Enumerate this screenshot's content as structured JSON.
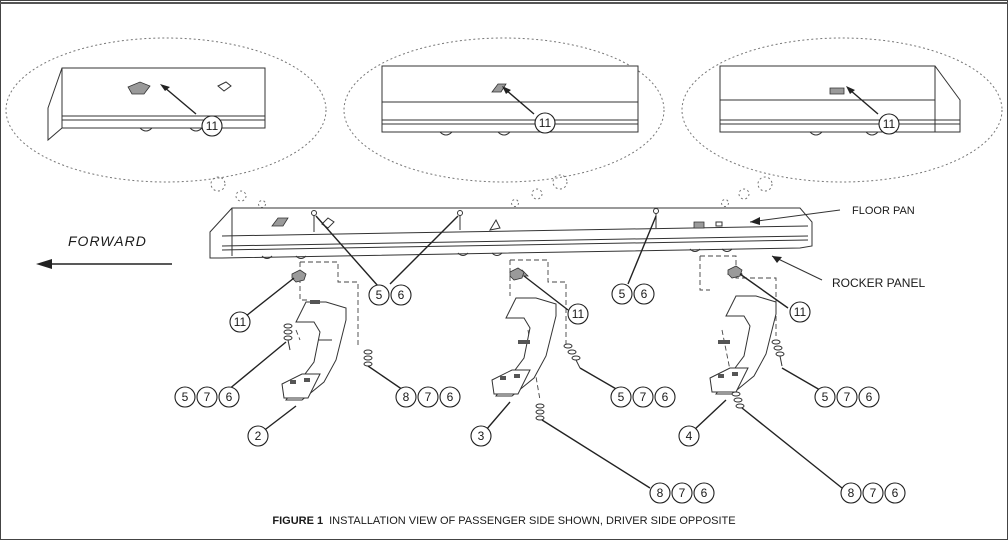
{
  "labels": {
    "forward": "FORWARD",
    "floor_pan": "FLOOR PAN",
    "rocker_panel": "ROCKER PANEL",
    "figure_number": "FIGURE 1",
    "figure_caption": "INSTALLATION VIEW OF PASSENGER SIDE SHOWN, DRIVER SIDE OPPOSITE"
  },
  "callouts": {
    "detail_left": "11",
    "detail_center": "11",
    "detail_right": "11",
    "pan_left": [
      "5",
      "6"
    ],
    "pan_right": [
      "5",
      "6"
    ],
    "bracket_left_nut": "11",
    "bracket_center_nut": "11",
    "bracket_right_nut": "11",
    "bolt_left_upper": [
      "5",
      "7",
      "6"
    ],
    "bolt_left_lower": [
      "8",
      "7",
      "6"
    ],
    "bolt_center_upper": [
      "5",
      "7",
      "6"
    ],
    "bolt_center_lower": [
      "8",
      "7",
      "6"
    ],
    "bolt_right_upper": [
      "5",
      "7",
      "6"
    ],
    "bolt_right_lower": [
      "8",
      "7",
      "6"
    ],
    "bracket_left": "2",
    "bracket_center": "3",
    "bracket_right": "4"
  }
}
